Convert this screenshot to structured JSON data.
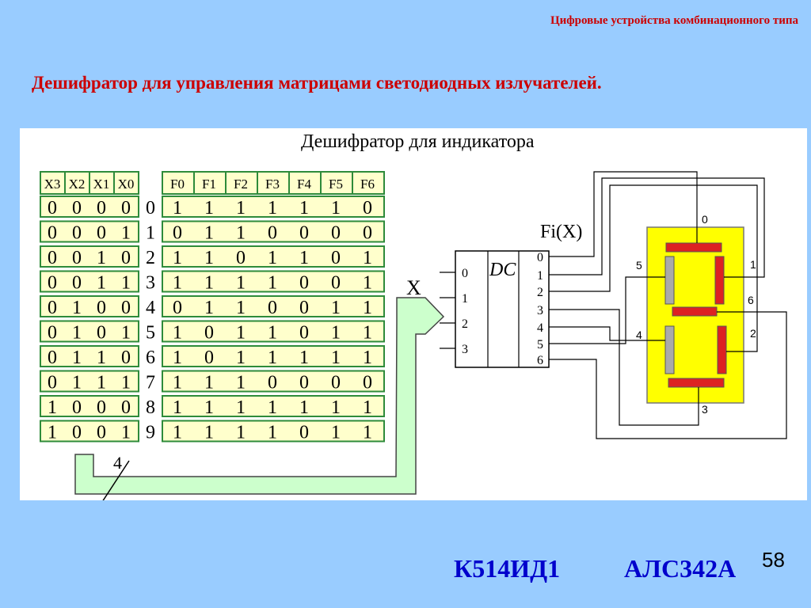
{
  "slide": {
    "header": "Цифровые устройства комбинационного типа",
    "title": "Дешифратор для управления матрицами светодиодных излучателей.",
    "chip_left": "К514ИД1",
    "chip_right": "АЛС342А",
    "page_number": "58"
  },
  "diagram": {
    "caption": "Дешифратор для индикатора",
    "input_headers": [
      "X3",
      "X2",
      "X1",
      "X0"
    ],
    "output_headers": [
      "F0",
      "F1",
      "F2",
      "F3",
      "F4",
      "F5",
      "F6"
    ],
    "digits": [
      "0",
      "1",
      "2",
      "3",
      "4",
      "5",
      "6",
      "7",
      "8",
      "9"
    ],
    "inputs": [
      [
        "0",
        "0",
        "0",
        "0"
      ],
      [
        "0",
        "0",
        "0",
        "1"
      ],
      [
        "0",
        "0",
        "1",
        "0"
      ],
      [
        "0",
        "0",
        "1",
        "1"
      ],
      [
        "0",
        "1",
        "0",
        "0"
      ],
      [
        "0",
        "1",
        "0",
        "1"
      ],
      [
        "0",
        "1",
        "1",
        "0"
      ],
      [
        "0",
        "1",
        "1",
        "1"
      ],
      [
        "1",
        "0",
        "0",
        "0"
      ],
      [
        "1",
        "0",
        "0",
        "1"
      ]
    ],
    "outputs": [
      [
        "1",
        "1",
        "1",
        "1",
        "1",
        "1",
        "0"
      ],
      [
        "0",
        "1",
        "1",
        "0",
        "0",
        "0",
        "0"
      ],
      [
        "1",
        "1",
        "0",
        "1",
        "1",
        "0",
        "1"
      ],
      [
        "1",
        "1",
        "1",
        "1",
        "0",
        "0",
        "1"
      ],
      [
        "0",
        "1",
        "1",
        "0",
        "0",
        "1",
        "1"
      ],
      [
        "1",
        "0",
        "1",
        "1",
        "0",
        "1",
        "1"
      ],
      [
        "1",
        "0",
        "1",
        "1",
        "1",
        "1",
        "1"
      ],
      [
        "1",
        "1",
        "1",
        "0",
        "0",
        "0",
        "0"
      ],
      [
        "1",
        "1",
        "1",
        "1",
        "1",
        "1",
        "1"
      ],
      [
        "1",
        "1",
        "1",
        "1",
        "0",
        "1",
        "1"
      ]
    ],
    "bus_width": "4",
    "x_label": "X",
    "dc_label": "DC",
    "fi_label": "Fi(X)",
    "dc_inputs": [
      "0",
      "1",
      "2",
      "3"
    ],
    "dc_outputs": [
      "0",
      "1",
      "2",
      "3",
      "4",
      "5",
      "6"
    ],
    "segment_labels": [
      "0",
      "1",
      "2",
      "3",
      "4",
      "5",
      "6"
    ],
    "colors": {
      "table_bg": "#ffffcc",
      "table_border": "#2e8b3a",
      "arrow_fill": "#ccffcc",
      "display_bg": "#ffff00",
      "segment_on": "#dd2222",
      "segment_off": "#aaaaaa"
    }
  }
}
